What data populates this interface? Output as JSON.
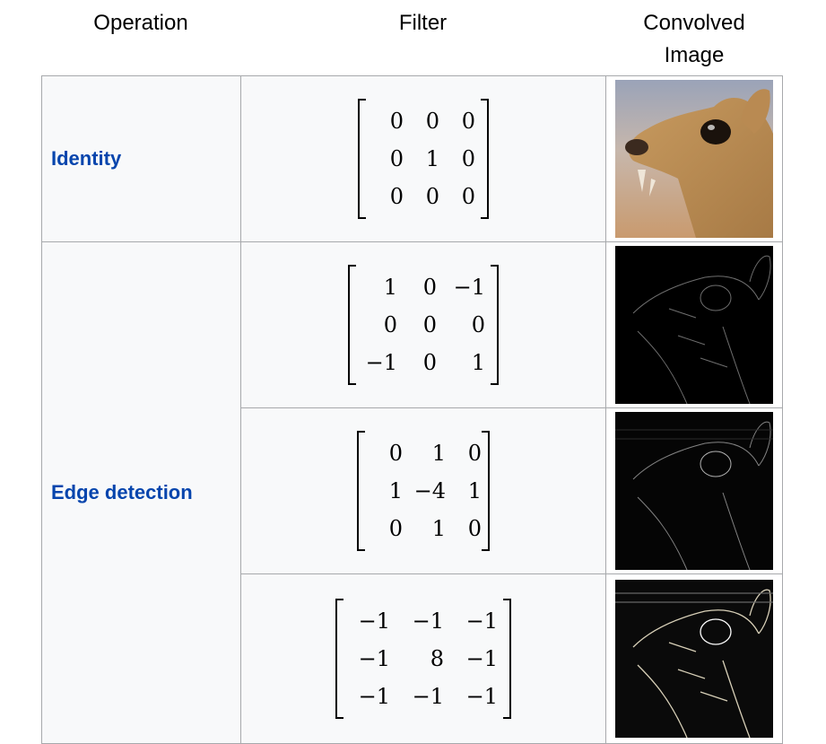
{
  "headers": {
    "operation": "Operation",
    "filter": "Filter",
    "convolved_line1": "Convolved",
    "convolved_line2": "Image"
  },
  "rows": [
    {
      "operation": "Identity",
      "kernel": [
        [
          "0",
          "0",
          "0"
        ],
        [
          "0",
          "1",
          "0"
        ],
        [
          "0",
          "0",
          "0"
        ]
      ],
      "image": "squirrel-original"
    },
    {
      "operation": "Edge detection",
      "kernel": [
        [
          "1",
          "0",
          "−1"
        ],
        [
          "0",
          "0",
          "0"
        ],
        [
          "−1",
          "0",
          "1"
        ]
      ],
      "image": "squirrel-edges-diagonal"
    },
    {
      "operation": "Edge detection",
      "kernel": [
        [
          "0",
          "1",
          "0"
        ],
        [
          "1",
          "−4",
          "1"
        ],
        [
          "0",
          "1",
          "0"
        ]
      ],
      "image": "squirrel-edges-laplacian"
    },
    {
      "operation": "Edge detection",
      "kernel": [
        [
          "−1",
          "−1",
          "−1"
        ],
        [
          "−1",
          "8",
          "−1"
        ],
        [
          "−1",
          "−1",
          "−1"
        ]
      ],
      "image": "squirrel-edges-strong"
    }
  ],
  "colors": {
    "link": "#0645ad",
    "cell_bg": "#f8f9fa",
    "border": "#a7a9ac"
  }
}
